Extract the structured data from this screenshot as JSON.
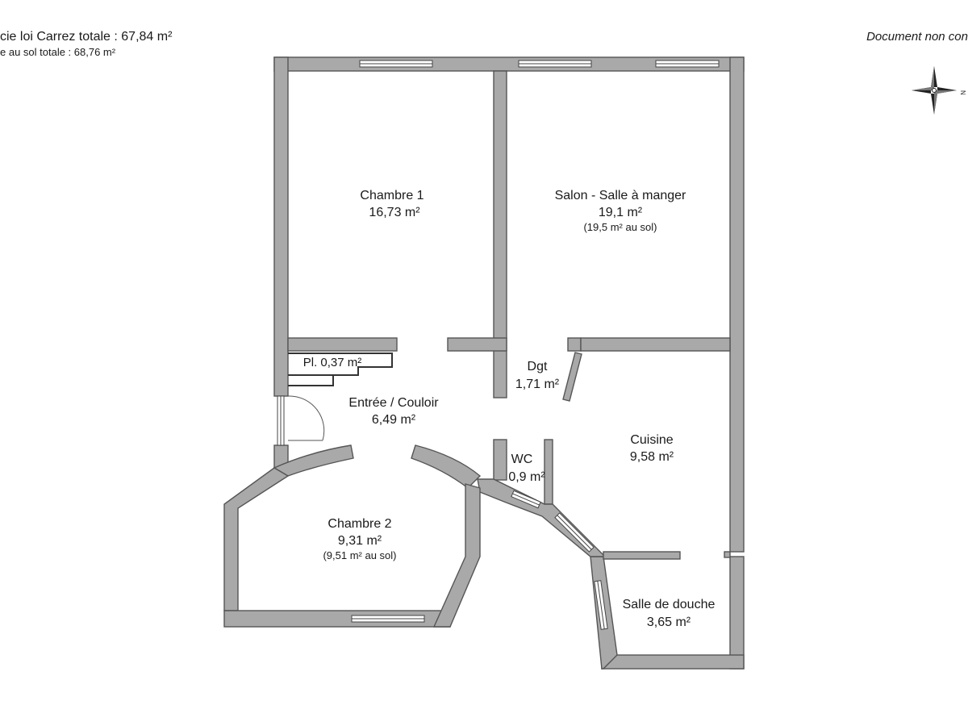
{
  "header": {
    "carrez_total": "cie loi Carrez totale :  67,84 m²",
    "sol_total": "e au sol totale :  68,76 m²",
    "disclaimer": "Document non con"
  },
  "compass": {
    "north_label": "N"
  },
  "rooms": {
    "chambre1": {
      "name": "Chambre 1",
      "area": "16,73 m²"
    },
    "salon": {
      "name": "Salon - Salle à manger",
      "area": "19,1 m²",
      "sol": "(19,5 m² au sol)"
    },
    "placard": {
      "name": "Pl. 0,37 m²"
    },
    "dgt": {
      "name": "Dgt",
      "area": "1,71 m²"
    },
    "entree": {
      "name": "Entrée / Couloir",
      "area": "6,49 m²"
    },
    "wc": {
      "name": "WC",
      "area": "0,9 m²"
    },
    "cuisine": {
      "name": "Cuisine",
      "area": "9,58 m²"
    },
    "chambre2": {
      "name": "Chambre 2",
      "area": "9,31 m²",
      "sol": "(9,51 m² au sol)"
    },
    "douche": {
      "name": "Salle de douche",
      "area": "3,65 m²"
    }
  },
  "colors": {
    "wall_fill": "#a9a9a9",
    "wall_stroke": "#555555",
    "text": "#1a1a1a"
  }
}
